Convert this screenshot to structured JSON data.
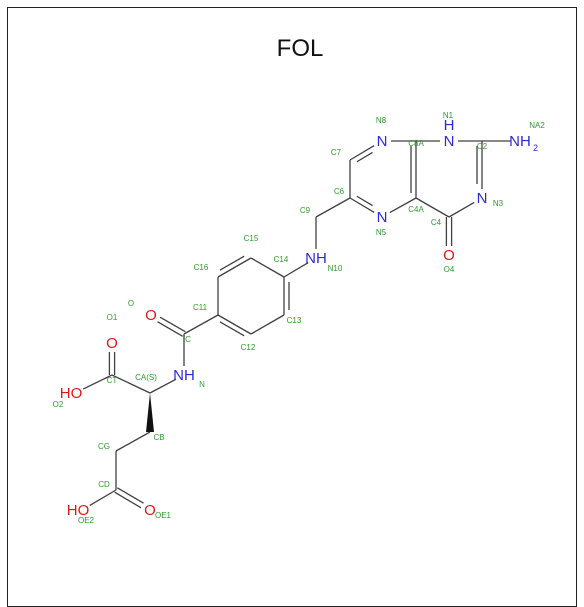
{
  "title": "FOL",
  "colors": {
    "bond": "#404040",
    "atom_c": "#202020",
    "atom_n": "#2a2ad8",
    "atom_o": "#e01818",
    "label": "#2e9a2e"
  },
  "atoms": {
    "N1": {
      "text": "N",
      "sub": "H",
      "element": "N"
    },
    "NA2": {
      "text": "NH",
      "sub": "2",
      "element": "N"
    },
    "N3": {
      "text": "N",
      "element": "N"
    },
    "N5": {
      "text": "N",
      "element": "N"
    },
    "N8": {
      "text": "N",
      "element": "N"
    },
    "N10": {
      "text": "NH",
      "element": "N"
    },
    "N": {
      "text": "NH",
      "element": "N"
    },
    "O4": {
      "text": "O",
      "element": "O"
    },
    "O": {
      "text": "O",
      "element": "O"
    },
    "O1": {
      "text": "O",
      "element": "O"
    },
    "O2": {
      "text": "HO",
      "element": "O"
    },
    "OE1": {
      "text": "O",
      "element": "O"
    },
    "OE2": {
      "text": "HO",
      "element": "O"
    }
  },
  "atom_names": [
    "N1",
    "NA2",
    "C2",
    "N3",
    "C4",
    "C4A",
    "C8A",
    "N8",
    "C7",
    "C6",
    "N5",
    "C9",
    "O4",
    "N10",
    "C14",
    "C15",
    "C16",
    "C11",
    "C12",
    "C13",
    "C",
    "O",
    "N",
    "CA(S)",
    "CT",
    "O1",
    "O2",
    "CB",
    "CG",
    "CD",
    "OE1",
    "OE2"
  ]
}
